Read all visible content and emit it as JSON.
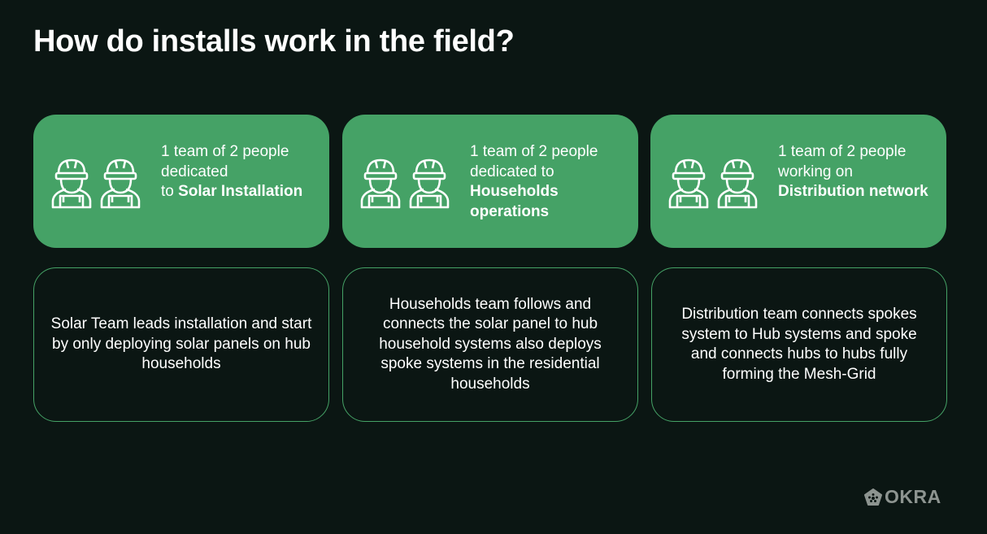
{
  "title": "How do installs work in the field?",
  "teams": [
    {
      "line1": "1 team of 2 people",
      "line2": "dedicated",
      "line3": "to ",
      "bold": "Solar Installation",
      "description": "Solar Team leads installation and start by only deploying solar panels on hub households"
    },
    {
      "line1": "1 team of 2 people",
      "line2": "dedicated to",
      "line3": "",
      "bold": "Households operations",
      "description": "Households team follows and connects the solar panel to hub household systems also deploys spoke systems in the residential households"
    },
    {
      "line1": "1 team of 2 people",
      "line2": "working on",
      "line3": "",
      "bold": "Distribution network",
      "description": "Distribution team connects spokes system to Hub systems and spoke and connects hubs to hubs fully forming the Mesh-Grid"
    }
  ],
  "logo": "OKRA",
  "colors": {
    "accent": "#45a266",
    "background": "#0b1613"
  }
}
